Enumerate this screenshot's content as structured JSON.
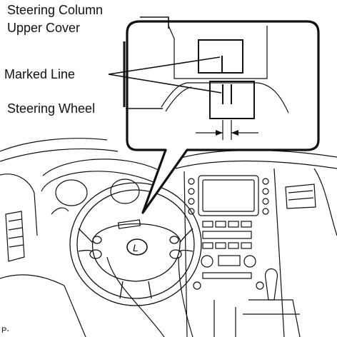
{
  "labels": {
    "column_cover_line1": "Steering Column",
    "column_cover_line2": "Upper Cover",
    "marked_line": "Marked Line",
    "steering_wheel": "Steering Wheel"
  },
  "figure_code": "P-",
  "emblem": "L",
  "colors": {
    "ink": "#111111",
    "background": "#ffffff"
  }
}
